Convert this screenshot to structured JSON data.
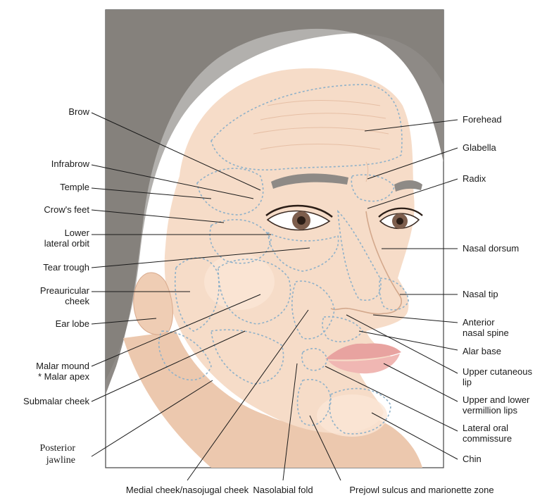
{
  "labels": {
    "brow": "Brow",
    "infrabrow": "Infrabrow",
    "temple": "Temple",
    "crows_feet": "Crow's feet",
    "lower_lateral_orbit": "Lower\nlateral orbit",
    "tear_trough": "Tear trough",
    "preauricular_cheek": "Preauricular\ncheek",
    "ear_lobe": "Ear lobe",
    "malar_mound": "Malar mound\n* Malar apex",
    "submalar_cheek": "Submalar cheek",
    "posterior_jawline": "Posterior\njawline",
    "medial_cheek": "Medial cheek/nasojugal cheek",
    "nasolabial_fold": "Nasolabial fold",
    "prejowl_sulcus": "Prejowl sulcus and marionette zone",
    "forehead": "Forehead",
    "glabella": "Glabella",
    "radix": "Radix",
    "nasal_dorsum": "Nasal dorsum",
    "nasal_tip": "Nasal tip",
    "anterior_nasal_spine": "Anterior\nnasal spine",
    "alar_base": "Alar base",
    "upper_cutaneous_lip": "Upper cutaneous\nlip",
    "upper_lower_lips": "Upper and lower\nvermillion lips",
    "lateral_oral_commissure": "Lateral oral\ncommissure",
    "chin": "Chin"
  },
  "colors": {
    "skin": "#f6dcc8",
    "hair": "#8e8a86",
    "zone_outline": "#8fb1c9",
    "leader": "#1a1a1a"
  }
}
